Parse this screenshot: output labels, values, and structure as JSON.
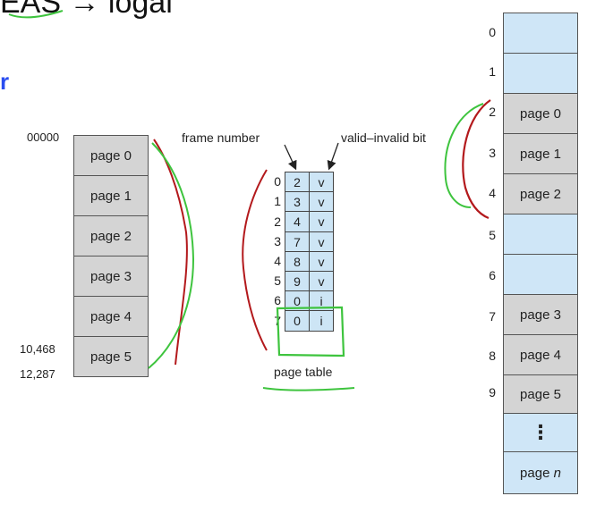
{
  "header": {
    "top_text": "EAS → logal",
    "blue_mark": "r"
  },
  "logical_memory": {
    "start_address": "00000",
    "address_page5": "10,468",
    "end_address": "12,287",
    "pages": [
      "page 0",
      "page 1",
      "page 2",
      "page 3",
      "page 4",
      "page 5"
    ]
  },
  "page_table": {
    "frame_label": "frame number",
    "valid_label": "valid–invalid bit",
    "caption": "page table",
    "rows": [
      {
        "index": "0",
        "frame": "2",
        "bit": "v"
      },
      {
        "index": "1",
        "frame": "3",
        "bit": "v"
      },
      {
        "index": "2",
        "frame": "4",
        "bit": "v"
      },
      {
        "index": "3",
        "frame": "7",
        "bit": "v"
      },
      {
        "index": "4",
        "frame": "8",
        "bit": "v"
      },
      {
        "index": "5",
        "frame": "9",
        "bit": "v"
      },
      {
        "index": "6",
        "frame": "0",
        "bit": "i"
      },
      {
        "index": "7",
        "frame": "0",
        "bit": "i"
      }
    ]
  },
  "physical_memory": {
    "frames": [
      {
        "index": "0",
        "label": ""
      },
      {
        "index": "1",
        "label": ""
      },
      {
        "index": "2",
        "label": "page 0"
      },
      {
        "index": "3",
        "label": "page 1"
      },
      {
        "index": "4",
        "label": "page 2"
      },
      {
        "index": "5",
        "label": ""
      },
      {
        "index": "6",
        "label": ""
      },
      {
        "index": "7",
        "label": "page 3"
      },
      {
        "index": "8",
        "label": "page 4"
      },
      {
        "index": "9",
        "label": "page 5"
      }
    ],
    "ellipsis": "⋮",
    "last_label": "page",
    "last_label_var": "n"
  },
  "colors": {
    "annotation_red": "#b3191c",
    "annotation_green": "#3ec43e",
    "frame_fill": "#cfe6f7",
    "page_fill": "#d4d4d4"
  }
}
